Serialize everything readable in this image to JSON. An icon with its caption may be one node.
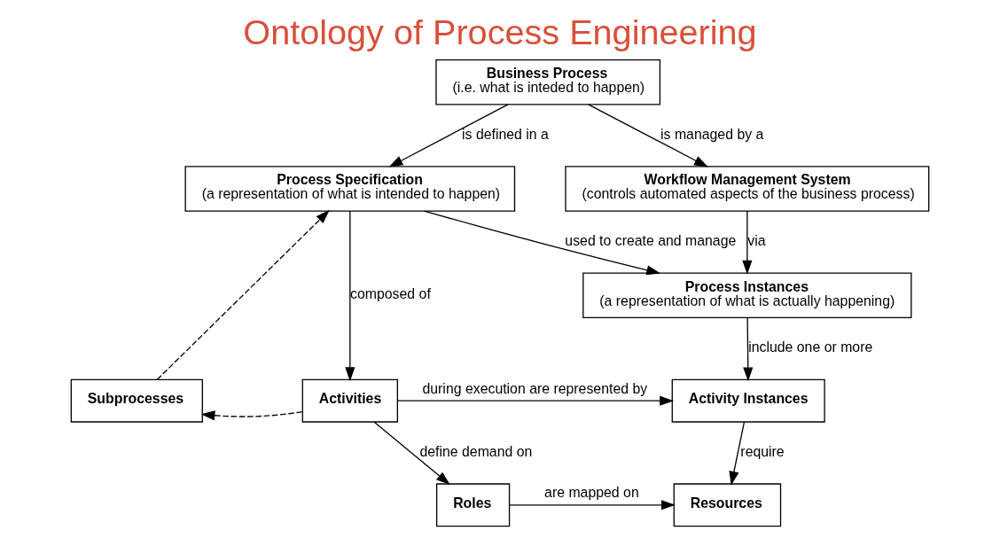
{
  "diagram": {
    "title": "Ontology of Process Engineering",
    "nodes": [
      {
        "text": [
          "Business Process",
          "(i.e. what is inteded to happen)"
        ]
      },
      {
        "text": [
          "Process Specification",
          "(a representation of what is intended to happen)"
        ]
      },
      {
        "text": [
          "Workflow Management System",
          "(controls automated aspects of the business process)"
        ]
      },
      {
        "text": [
          "Process Instances",
          "(a representation of what is actually happening)"
        ]
      },
      {
        "text": [
          "Subprocesses"
        ]
      },
      {
        "text": [
          "Activities"
        ]
      },
      {
        "text": [
          "Activity Instances"
        ]
      },
      {
        "text": [
          "Roles"
        ]
      },
      {
        "text": [
          "Resources"
        ]
      }
    ],
    "edges": [
      {
        "from": 0,
        "to": 1,
        "arrow": "to",
        "label": "is defined in a"
      },
      {
        "from": 0,
        "to": 2,
        "arrow": "to",
        "label": "is managed by a"
      },
      {
        "from": 1,
        "to": 5,
        "arrow": "to",
        "label": "composed of"
      },
      {
        "from": 1,
        "to": 3,
        "arrow": "to",
        "label": "used to create and manage"
      },
      {
        "from": 2,
        "to": 3,
        "arrow": "to",
        "label": "via"
      },
      {
        "from": 5,
        "to": 4,
        "arrow": "to",
        "style": "dashed"
      },
      {
        "from": 4,
        "to": 1,
        "arrow": "to",
        "style": "dashed"
      },
      {
        "from": 3,
        "to": 6,
        "arrow": "to",
        "label": "include one or more"
      },
      {
        "from": 5,
        "to": 6,
        "arrow": "to",
        "label": "during execution are represented by"
      },
      {
        "from": 5,
        "to": 7,
        "arrow": "to",
        "label": "define demand on"
      },
      {
        "from": 6,
        "to": 8,
        "arrow": "to",
        "label": "require"
      },
      {
        "from": 7,
        "to": 8,
        "arrow": "to",
        "label": "are mapped on"
      }
    ]
  }
}
